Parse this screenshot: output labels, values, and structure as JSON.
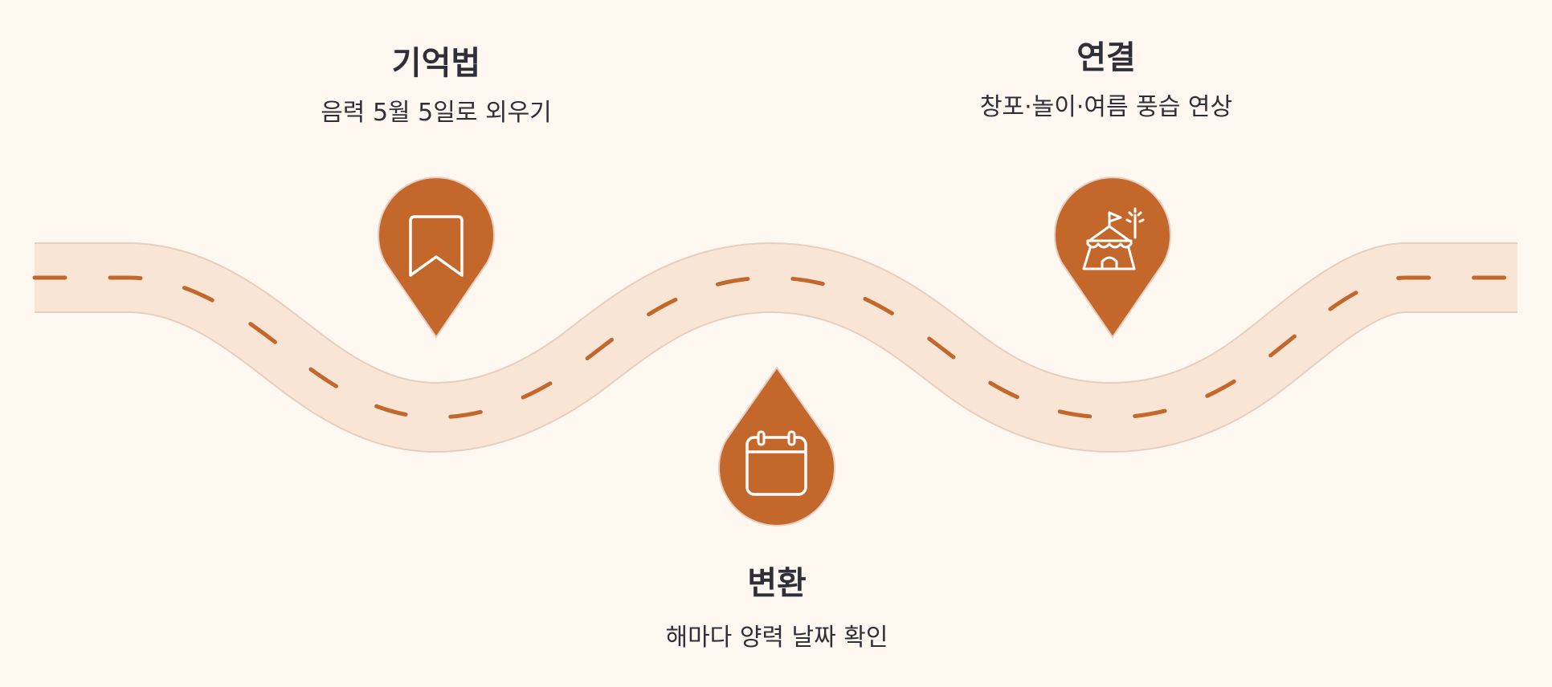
{
  "colors": {
    "background": "#fff8f0",
    "road_fill": "#f8e5d6",
    "road_edge": "#e6cfc0",
    "dash": "#c4672b",
    "pin": "#c4672b",
    "icon": "#ffffff",
    "text": "#2f2f3a"
  },
  "steps": [
    {
      "title": "기억법",
      "description": "음력 5월 5일로 외우기",
      "icon": "bookmark-icon"
    },
    {
      "title": "변환",
      "description": "해마다 양력 날짜 확인",
      "icon": "calendar-icon"
    },
    {
      "title": "연결",
      "description": "창포·놀이·여름 풍습 연상",
      "icon": "circus-tent-icon"
    }
  ]
}
